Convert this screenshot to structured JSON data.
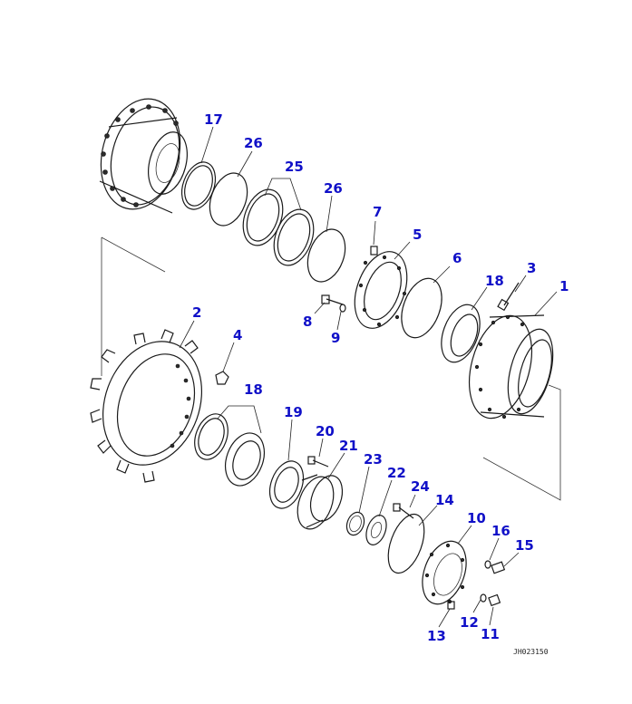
{
  "diagram": {
    "drawing_code": "JH023150",
    "callouts": [
      "17",
      "26",
      "25",
      "26",
      "7",
      "5",
      "6",
      "3",
      "18",
      "1",
      "8",
      "9",
      "2",
      "4",
      "18",
      "19",
      "20",
      "21",
      "23",
      "22",
      "24",
      "14",
      "10",
      "16",
      "15",
      "12",
      "13",
      "11"
    ]
  },
  "colors": {
    "callout": "#1010c8",
    "line": "#1a1a1a"
  }
}
